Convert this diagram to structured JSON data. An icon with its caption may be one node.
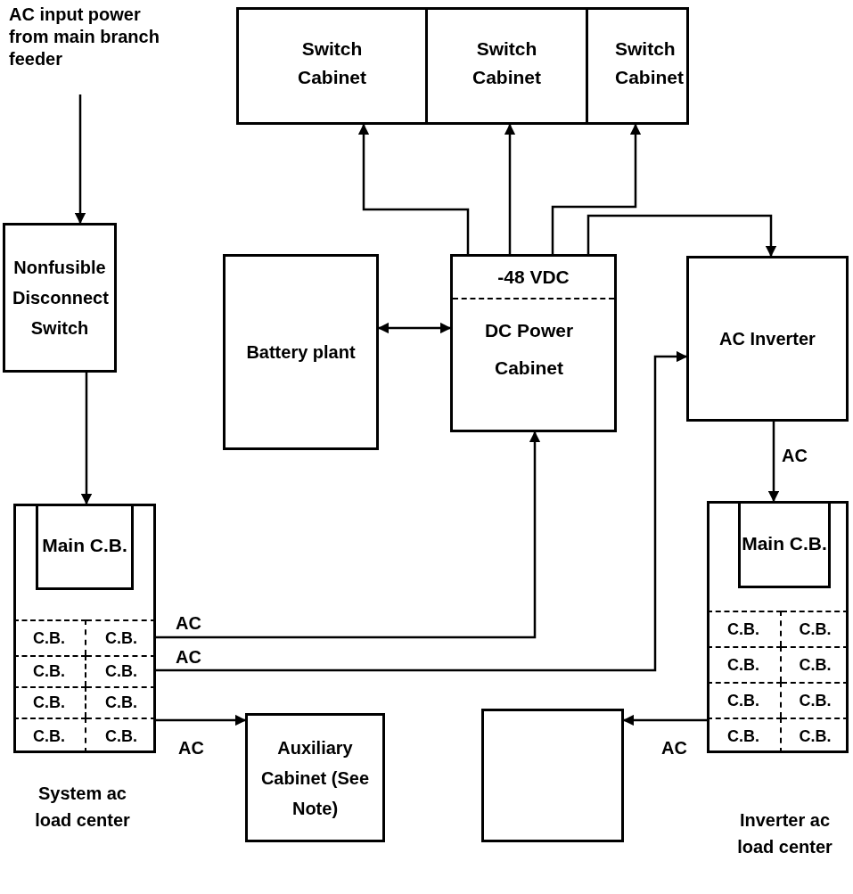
{
  "diagram": {
    "nodes": [
      {
        "text": [
          "AC input power from main branch feeder"
        ]
      },
      {
        "text": [
          "Switch Cabinet"
        ]
      },
      {
        "text": [
          "Switch Cabinet"
        ]
      },
      {
        "text": [
          "Switch Cabinet"
        ]
      },
      {
        "text": [
          "Nonfusible Disconnect Switch"
        ]
      },
      {
        "text": [
          "Battery plant"
        ]
      },
      {
        "text": [
          "-48 VDC",
          "DC Power Cabinet"
        ]
      },
      {
        "text": [
          "AC Inverter"
        ]
      },
      {
        "text": [],
        "shape": "box",
        "beside": [
          "System ac load center"
        ]
      },
      {
        "text": [
          "Main C.B."
        ],
        "in": 8
      },
      {
        "text": [
          "C.B."
        ],
        "in": 8
      },
      {
        "text": [
          "C.B."
        ],
        "in": 8
      },
      {
        "text": [
          "C.B."
        ],
        "in": 8
      },
      {
        "text": [
          "C.B."
        ],
        "in": 8
      },
      {
        "text": [
          "C.B."
        ],
        "in": 8
      },
      {
        "text": [
          "C.B."
        ],
        "in": 8
      },
      {
        "text": [
          "C.B."
        ],
        "in": 8
      },
      {
        "text": [
          "C.B."
        ],
        "in": 8
      },
      {
        "text": [],
        "shape": "box",
        "beside": [
          "Inverter ac load center"
        ]
      },
      {
        "text": [
          "Main C.B."
        ],
        "in": 18
      },
      {
        "text": [
          "C.B."
        ],
        "in": 18
      },
      {
        "text": [
          "C.B."
        ],
        "in": 18
      },
      {
        "text": [
          "C.B."
        ],
        "in": 18
      },
      {
        "text": [
          "C.B."
        ],
        "in": 18
      },
      {
        "text": [
          "C.B."
        ],
        "in": 18
      },
      {
        "text": [
          "C.B."
        ],
        "in": 18
      },
      {
        "text": [
          "C.B."
        ],
        "in": 18
      },
      {
        "text": [
          "C.B."
        ],
        "in": 18
      },
      {
        "text": [
          "Auxiliary Cabinet (See Note)"
        ]
      },
      {
        "text": [],
        "shape": "box"
      }
    ],
    "edges": [
      {
        "from": 0,
        "to": 4,
        "arrow": "to"
      },
      {
        "from": 4,
        "to": 8,
        "arrow": "to"
      },
      {
        "from": 6,
        "to": 1,
        "arrow": "to"
      },
      {
        "from": 6,
        "to": 2,
        "arrow": "to"
      },
      {
        "from": 6,
        "to": 3,
        "arrow": "to"
      },
      {
        "from": 6,
        "to": 7,
        "arrow": "to"
      },
      {
        "from": 5,
        "to": 6,
        "arrow": "both"
      },
      {
        "from": 11,
        "to": 6,
        "arrow": "to",
        "label": "AC"
      },
      {
        "from": 13,
        "to": 7,
        "arrow": "to",
        "label": "AC"
      },
      {
        "from": 15,
        "to": 28,
        "arrow": "to",
        "label": "AC"
      },
      {
        "from": 7,
        "to": 18,
        "arrow": "to",
        "label": "AC"
      },
      {
        "from": 24,
        "to": 29,
        "arrow": "to",
        "label": "AC"
      }
    ]
  }
}
